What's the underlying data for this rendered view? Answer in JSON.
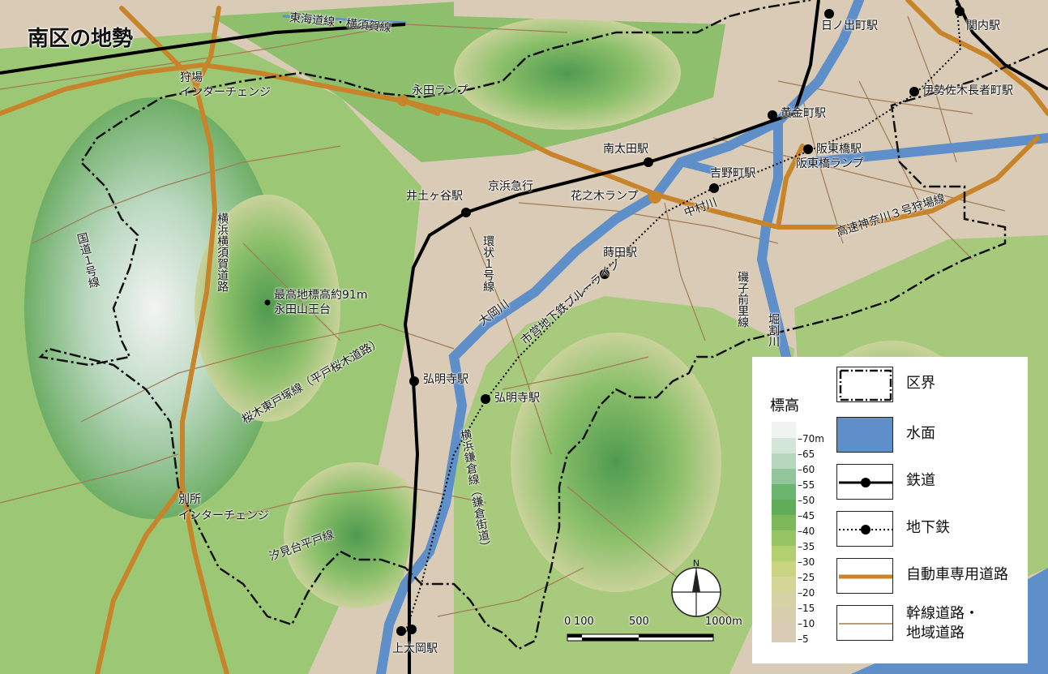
{
  "title": "南区の地勢",
  "labels": {
    "tokaido": "東海道線・横須賀線",
    "kariba_ic_1": "狩場",
    "kariba_ic_2": "インターチェンジ",
    "nagata_ramp": "永田ランプ",
    "hinodecho": "日ノ出町駅",
    "kannai": "関内駅",
    "isezaki": "伊勢佐木長者町駅",
    "koganecho": "黄金町駅",
    "bandobashi": "阪東橋駅",
    "bandobashi_ramp": "阪東橋ランプ",
    "minamiota": "南太田駅",
    "yoshinocho": "吉野町駅",
    "keikyu": "京浜急行",
    "idogaya": "井土ヶ谷駅",
    "hananoki_ramp": "花之木ランプ",
    "nakamura_river": "中村川",
    "kariba_line": "高速神奈川３号狩場線",
    "kanjo1": "環状１号線",
    "maita": "蒔田駅",
    "blueline": "市営地下鉄ブルーライン",
    "national1": "国道１号線",
    "yokoyoko": "横浜横須賀道路",
    "highest_1": "最高地標高約91m",
    "highest_2": "永田山王台",
    "ooka_river": "大岡川",
    "isogomaesato": "磯子前里線",
    "horiwari": "堀割川",
    "sakuragi_line": "桜木東戸塚線（平戸桜木道路）",
    "gumyoji_keikyu": "弘明寺駅",
    "gumyoji_subway": "弘明寺駅",
    "kamakura_line": "横浜鎌倉線（鎌倉街道）",
    "bessho_ic_1": "別所",
    "bessho_ic_2": "インターチェンジ",
    "shiomidai": "汐見台平戸線",
    "kamiooka": "上大岡駅"
  },
  "legend": {
    "elevation_title": "標高",
    "ticks": [
      "70m",
      "65",
      "60",
      "55",
      "50",
      "45",
      "40",
      "35",
      "30",
      "25",
      "20",
      "15",
      "10",
      "5"
    ],
    "items": [
      {
        "icon": "boundary-icon",
        "label": "区界"
      },
      {
        "icon": "water-icon",
        "label": "水面"
      },
      {
        "icon": "railway-icon",
        "label": "鉄道"
      },
      {
        "icon": "subway-icon",
        "label": "地下鉄"
      },
      {
        "icon": "expressway-icon",
        "label": "自動車専用道路"
      },
      {
        "icon": "arterial-road-icon",
        "label": "幹線道路・",
        "label2": "地域道路"
      }
    ]
  },
  "scale": {
    "ticks": [
      "0",
      "100",
      "500",
      "1000m"
    ]
  },
  "north": "N",
  "colors": {
    "water": "#5f8fc9",
    "expressway": "#c8842a",
    "road": "#a07a55",
    "boundary": "#111111",
    "rail": "#000000",
    "lowland": "#d9cbb5",
    "hill_low": "#c8d39a",
    "hill_mid": "#8dc06a",
    "hill_high": "#5fa85a",
    "peak": "#eef2ee"
  }
}
